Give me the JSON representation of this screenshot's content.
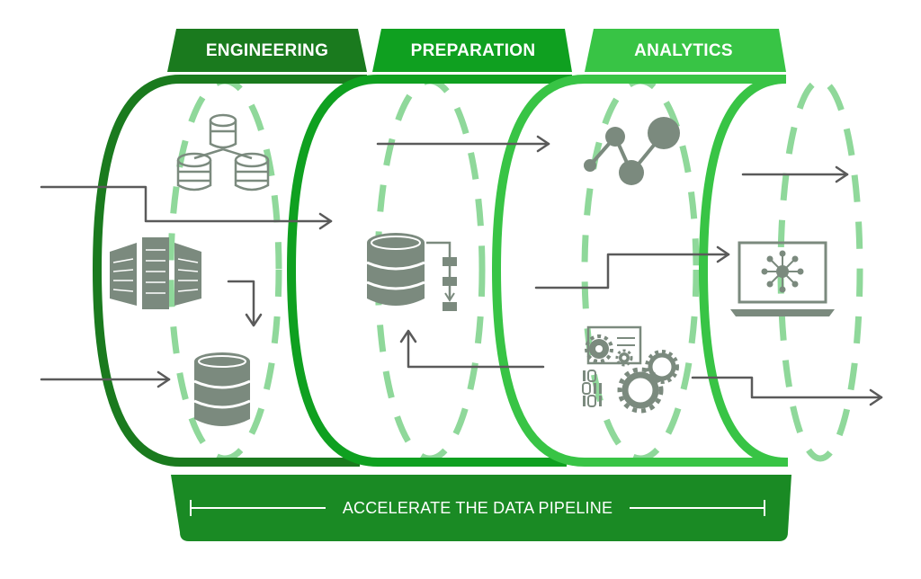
{
  "stages": [
    {
      "label": "ENGINEERING",
      "color": "#1a7a1e"
    },
    {
      "label": "PREPARATION",
      "color": "#0fa020"
    },
    {
      "label": "ANALYTICS",
      "color": "#38c445"
    }
  ],
  "colors": {
    "dashed_light": "#8fd89a",
    "dashed_mid": "#7ed08a",
    "icon_gray": "#7b8a7e",
    "arrow_gray": "#5a5a5a",
    "footer_bg": "#1a8a24"
  },
  "footer": {
    "label": "ACCELERATE THE DATA PIPELINE"
  },
  "icons": [
    "database-cluster-icon",
    "server-rack-icon",
    "database-icon",
    "database-pipeline-icon",
    "network-graph-icon",
    "laptop-hub-icon",
    "gears-code-icon"
  ]
}
